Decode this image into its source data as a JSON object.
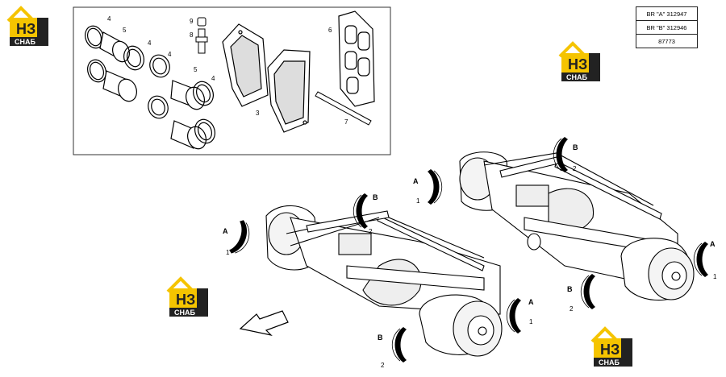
{
  "reference_table": {
    "rows": [
      "BR \"A\" 312947",
      "BR \"B\" 312946",
      "87773"
    ]
  },
  "watermark": {
    "letters": "НЗ",
    "text": "СНАБ",
    "colors": {
      "accent": "#f5c400",
      "dark": "#222222"
    }
  },
  "inset_labels": {
    "seal_a": "4",
    "piston_a": "5",
    "seal_b": "4",
    "ring_b": "4",
    "piston_b": "5",
    "seal_c": "4",
    "bleed_cap": "9",
    "bleed_screw": "8",
    "pad": "3",
    "shim": "6",
    "pin": "7"
  },
  "callouts": {
    "a": "A",
    "b": "B",
    "one": "1",
    "two": "2"
  },
  "colors": {
    "line": "#000000",
    "panel_border": "#333333"
  }
}
